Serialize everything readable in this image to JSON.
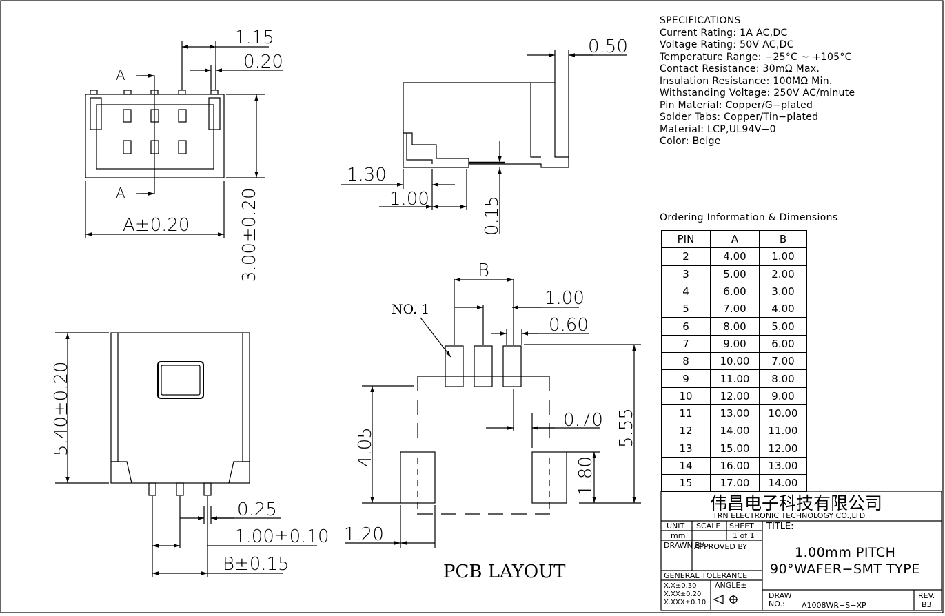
{
  "specifications": {
    "title": "SPECIFICATIONS",
    "lines": [
      "Current Rating: 1A AC,DC",
      "Voltage Rating: 50V AC,DC",
      "Temperature Range: −25°C ~ +105°C",
      "Contact Resistance: 30mΩ Max.",
      "Insulation Resistance: 100MΩ Min.",
      "Withstanding Voltage: 250V AC/minute",
      "Pin Material: Copper/G−plated",
      "Solder Tabs: Copper/Tin−plated",
      "Material: LCP,UL94V−0",
      "Color: Beige"
    ]
  },
  "ordering": {
    "title": "Ordering Information & Dimensions",
    "headers": [
      "PIN",
      "A",
      "B"
    ],
    "rows": [
      [
        "2",
        "4.00",
        "1.00"
      ],
      [
        "3",
        "5.00",
        "2.00"
      ],
      [
        "4",
        "6.00",
        "3.00"
      ],
      [
        "5",
        "7.00",
        "4.00"
      ],
      [
        "6",
        "8.00",
        "5.00"
      ],
      [
        "7",
        "9.00",
        "6.00"
      ],
      [
        "8",
        "10.00",
        "7.00"
      ],
      [
        "9",
        "11.00",
        "8.00"
      ],
      [
        "10",
        "12.00",
        "9.00"
      ],
      [
        "11",
        "13.00",
        "10.00"
      ],
      [
        "12",
        "14.00",
        "11.00"
      ],
      [
        "13",
        "15.00",
        "12.00"
      ],
      [
        "14",
        "16.00",
        "13.00"
      ],
      [
        "15",
        "17.00",
        "14.00"
      ]
    ]
  },
  "dimensions": {
    "front_1_15": "1.15",
    "front_0_20": "0.20",
    "section_mark": "A",
    "front_width": "A±0.20",
    "front_height": "3.00±0.20",
    "side_0_50": "0.50",
    "side_1_30": "1.30",
    "side_1_00": "1.00",
    "side_0_15": "0.15",
    "top_height": "5.40±0.20",
    "top_0_25": "0.25",
    "top_pitch": "1.00±0.10",
    "top_b": "B±0.15",
    "pcb_b": "B",
    "pcb_1_00": "1.00",
    "pcb_0_60": "0.60",
    "pcb_no1": "NO. 1",
    "pcb_0_70": "0.70",
    "pcb_5_55": "5.55",
    "pcb_4_05": "4.05",
    "pcb_1_80": "1.80",
    "pcb_1_20": "1.20",
    "pcb_label": "PCB LAYOUT"
  },
  "title_block": {
    "company_cn": "伟昌电子科技有限公司",
    "company_en": "TRN ELECTRONIC TECHNOLOGY CO.,LTD",
    "unit_label": "UNIT",
    "unit_value": "mm",
    "scale_label": "SCALE",
    "sheet_label": "SHEET",
    "sheet_value": "1 of 1",
    "title_label": "TITLE:",
    "drawn_by": "DRAWN BY",
    "approved_by": "APPROVED BY",
    "title_line1": "1.00mm PITCH",
    "title_line2": "90°WAFER−SMT TYPE",
    "general_tolerance": "GENERAL TOLERANCE",
    "tol1": "X.X±0.30",
    "tol2": "X.XX±0.20",
    "tol3": "X.XXX±0.10",
    "angle": "ANGLE±",
    "draw_no_label": "DRAW NO.:",
    "draw_no": "A1008WR−S−XP",
    "rev_label": "REV.",
    "rev": "B3"
  }
}
